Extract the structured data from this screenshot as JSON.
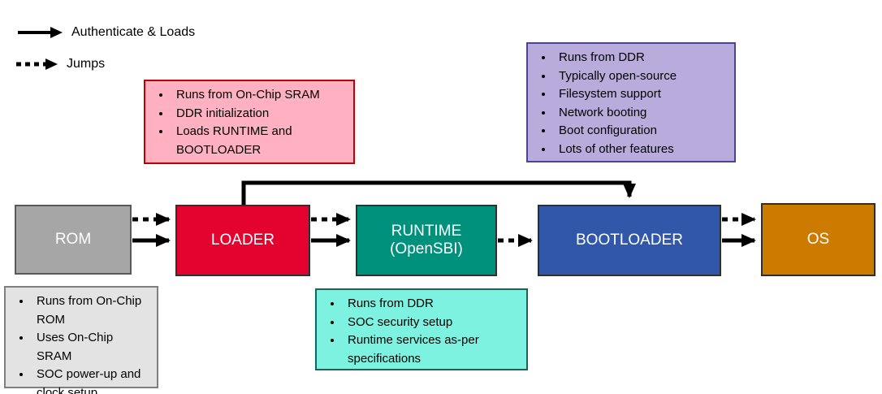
{
  "legend": {
    "solid_label": "Authenticate & Loads",
    "dashed_label": "Jumps"
  },
  "stages": {
    "rom": {
      "label": "ROM"
    },
    "loader": {
      "label": "LOADER"
    },
    "runtime": {
      "label": "RUNTIME\n(OpenSBI)"
    },
    "bootloader": {
      "label": "BOOTLOADER"
    },
    "os": {
      "label": "OS"
    }
  },
  "notes": {
    "loader": {
      "items": [
        "Runs from On-Chip SRAM",
        "DDR initialization",
        "Loads RUNTIME and BOOTLOADER"
      ]
    },
    "bootloader": {
      "items": [
        "Runs from DDR",
        "Typically open-source",
        "Filesystem support",
        "Network booting",
        "Boot configuration",
        "Lots of other features"
      ]
    },
    "rom": {
      "items": [
        "Runs from On-Chip ROM",
        "Uses On-Chip SRAM",
        "SOC power-up and clock setup"
      ]
    },
    "runtime": {
      "items": [
        "Runs from DDR",
        "SOC security setup",
        "Runtime services as-per specifications"
      ]
    }
  },
  "colors": {
    "rom": "#a6a6a6",
    "loader": "#e4032e",
    "runtime": "#00917c",
    "bootloader": "#3157ab",
    "os": "#cc7a00",
    "note_loader": "#ffb1c1",
    "note_bootloader": "#b9abdb",
    "note_rom": "#e3e3e3",
    "note_runtime": "#7ef2e1",
    "arrow": "#000000"
  }
}
